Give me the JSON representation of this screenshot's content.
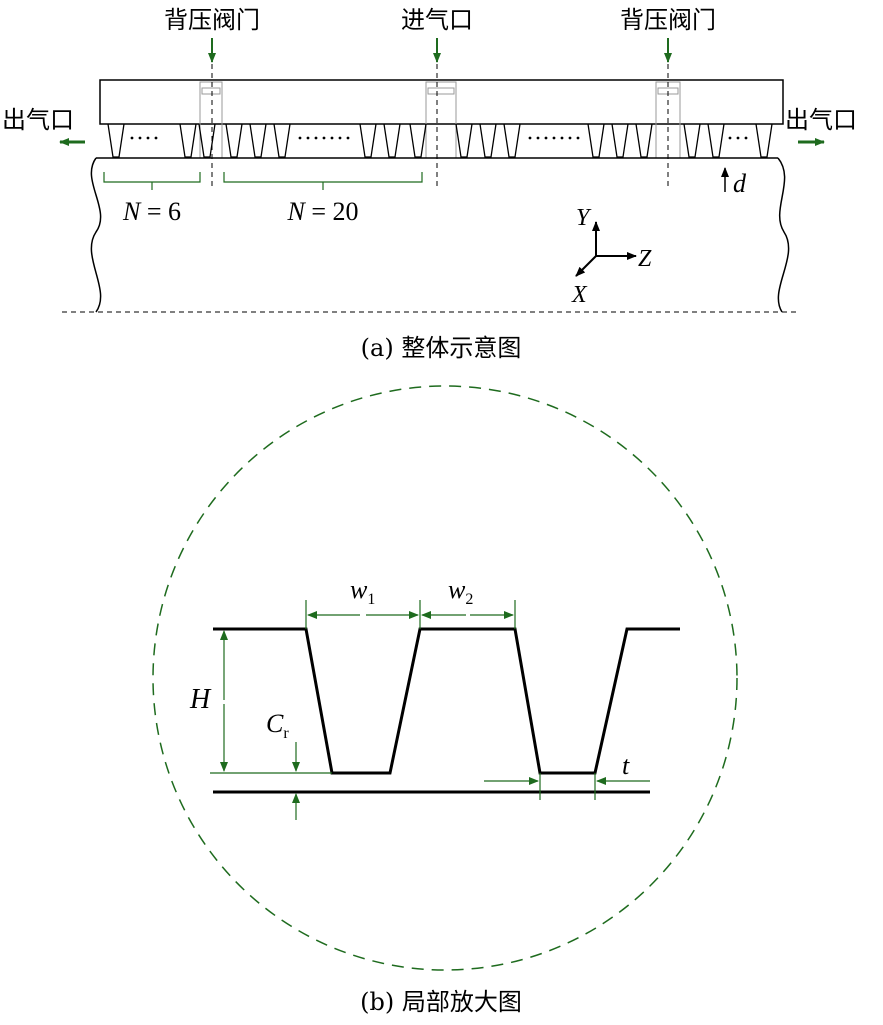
{
  "panel_a": {
    "labels": {
      "valve_left": "背压阀门",
      "inlet": "进气口",
      "valve_right": "背压阀门",
      "outlet_left": "出气口",
      "outlet_right": "出气口"
    },
    "n_left": {
      "var": "N",
      "rest": " = 6"
    },
    "n_mid": {
      "var": "N",
      "rest": " = 20"
    },
    "d_label": "d",
    "axes": {
      "y": "Y",
      "z": "Z",
      "x": "X"
    },
    "caption": "(a) 整体示意图"
  },
  "panel_b": {
    "w1": {
      "var": "w",
      "sub": "1"
    },
    "w2": {
      "var": "w",
      "sub": "2"
    },
    "H": "H",
    "Cr": {
      "var": "C",
      "sub": "r"
    },
    "t": "t",
    "caption": "(b) 局部放大图"
  },
  "colors": {
    "dimension": "#1e6b1e",
    "outline": "#000000",
    "guide": "#9a9a9a"
  }
}
